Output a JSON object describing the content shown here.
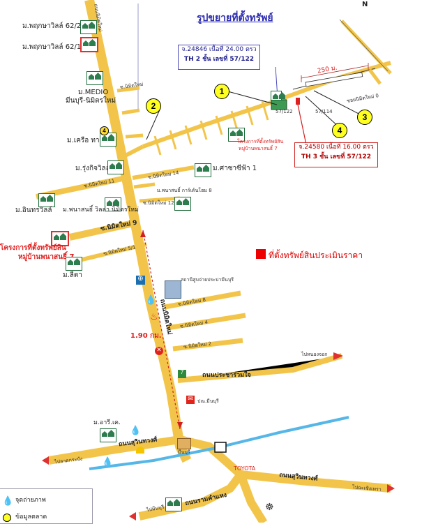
{
  "title": "รูปขยายที่ตั้งทรัพย์",
  "compass": "N",
  "callouts": {
    "plot_north": {
      "line1": "จ.24846 เนื้อที่ 24.00 ตรว",
      "line2": "TH 2 ชั้น เลขที่ 57/122"
    },
    "plot_south": {
      "line1": "จ.24580 เนื้อที่ 16.00 ตรว",
      "line2": "TH 3 ชั้น เลขที่ 57/122"
    }
  },
  "markers": [
    "1",
    "2",
    "3",
    "4"
  ],
  "distance_labels": {
    "short": "250 ม.",
    "long": "1.90 กม."
  },
  "legend": {
    "property_location": "ที่ตั้งทรัพย์สินประเมินราคา",
    "photo_point": "จุดถ่ายภาพ",
    "market": "ข้อมูลตลาด"
  },
  "roads": {
    "main_north": "ถนนนิมิตใหม่",
    "main_vertical": "ถนนนิมิตใหม่",
    "soi_9": "ซ.นิมิตใหม่ 9",
    "soi_11": "ซ.นิมิตใหม่ 11",
    "soi_12": "ซ.นิมิตใหม่ 12",
    "soi_14": "ซ.นิมิตใหม่ 14",
    "soi_5_1": "ซ.นิมิตใหม่ 5/1",
    "soi_8": "ซ.นิมิตใหม่ 8",
    "soi_4": "ซ.นิมิตใหม่ 4",
    "soi_2": "ซ.นิมิตใหม่ 2",
    "soi_top": "ซ.นิมิตใหม่",
    "prachawatjai": "ถนนประชาร่วมใจ",
    "suwinthawong_west": "ถนนสุวินทวงศ์",
    "suwinthawong_east": "ถนนสุวินทวงศ์",
    "ramkhamhaeng": "ถนนรามคำแหง",
    "to_lat_krabang": "ไปลาดกระบัง",
    "to_min_buri": "ไปมีนบุรี",
    "to_chachoengsao": "ไปฉะเชิงเทรา",
    "to_nong_chok": "ไปหนองจอก",
    "soi_nimitmai_0": "ซอยนิมิตใหม่ 0"
  },
  "places": {
    "pruksa_62_2": "ม.พฤกษาวิลล์ 62/2",
    "pruksa_62_1": "ม.พฤกษาวิลล์ 62/1",
    "medio": "ม.MEDIO",
    "medio_2": "มีนบุรี-นิมิตรใหม่",
    "kreetown": "ม.เครือ ทาวน์",
    "rungkitvilla": "ม.รุ่งกิจวิลล์",
    "sarasiri": "ม.ศาซาซีฟ้า 1",
    "pattanasin_garden": "ม.พนาสนธิ์ การ์เด้นโฮม 8",
    "intaravilla": "ม.อินทรวิลล์",
    "pattanasin_villa": "ม.พนาสนธิ์ วิลล่า นิมิตรใหม่",
    "project_label_1": "โครงการที่ตั้งทรัพย์สิน",
    "project_label_2": "หมู่บ้านพนาสนธิ์ 7",
    "project_small_1": "โครงการที่ตั้งทรัพย์สิน",
    "project_small_2": "หมู่บ้านพนาสนธิ์ 7",
    "lita": "ม.ลีตา",
    "health_center": "สถานีสูบจ่ายประปามีนบุรี",
    "post_office": "ปณ.มีนบุรี",
    "village_ar": "ม.อารี.เค.",
    "minburi_market": "มีนบุรี",
    "toyota": "TOYOTA",
    "plot_code_1": "57/114",
    "plot_code_2": "57/122"
  }
}
